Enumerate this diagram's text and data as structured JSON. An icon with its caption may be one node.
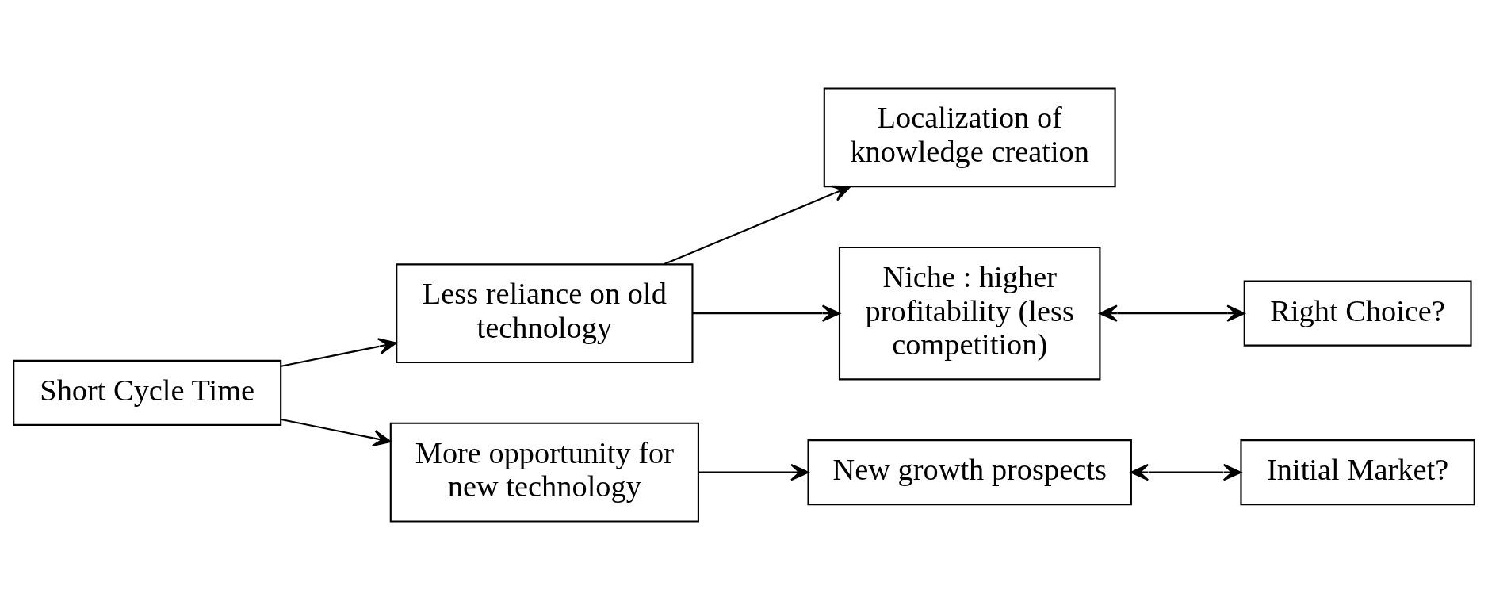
{
  "diagram": {
    "nodes": [
      {
        "text": [
          "Localization of knowledge creation"
        ]
      },
      {
        "text": [
          "Less reliance on old technology"
        ]
      },
      {
        "text": [
          "Niche : higher profitability (less competition)"
        ]
      },
      {
        "text": [
          "Right Choice?"
        ]
      },
      {
        "text": [
          "Short Cycle Time"
        ]
      },
      {
        "text": [
          "More opportunity for new technology"
        ]
      },
      {
        "text": [
          "New growth prospects"
        ]
      },
      {
        "text": [
          "Initial Market?"
        ]
      }
    ],
    "edges": [
      {
        "from": 4,
        "to": 1,
        "arrow": "to"
      },
      {
        "from": 4,
        "to": 5,
        "arrow": "to"
      },
      {
        "from": 1,
        "to": 0,
        "arrow": "to"
      },
      {
        "from": 1,
        "to": 2,
        "arrow": "to"
      },
      {
        "from": 2,
        "to": 3,
        "arrow": "both"
      },
      {
        "from": 5,
        "to": 6,
        "arrow": "to"
      },
      {
        "from": 6,
        "to": 7,
        "arrow": "both"
      }
    ]
  }
}
